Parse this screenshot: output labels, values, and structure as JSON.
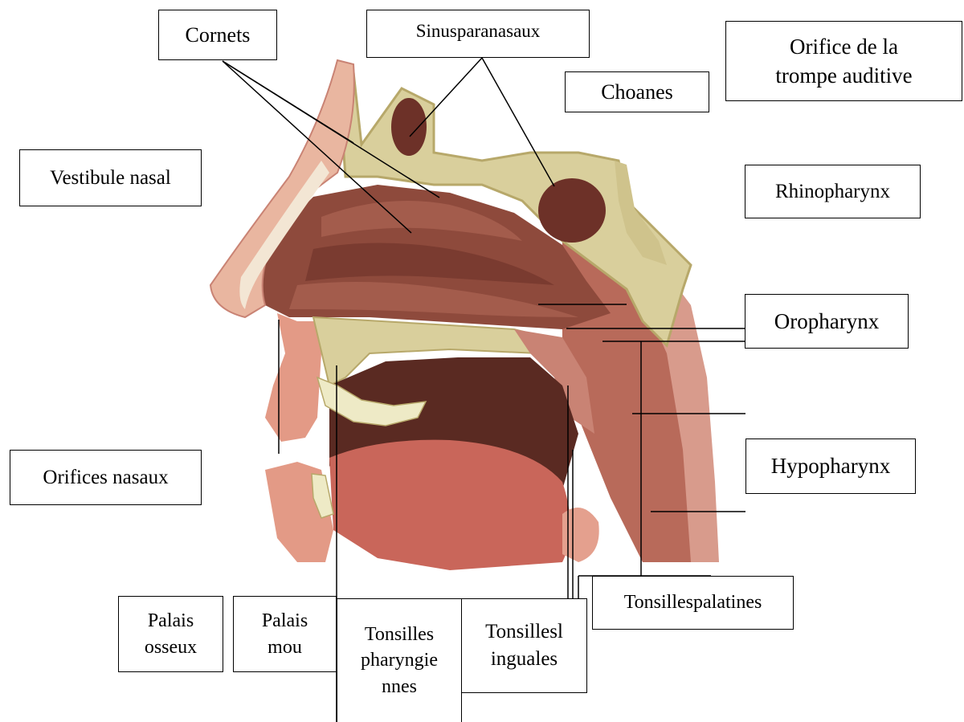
{
  "labels": {
    "cornets": "Cornets",
    "sinus": "Sinusparanasaux",
    "orifice_trompe": "Orifice de la\ntrompe auditive",
    "choanes": "Choanes",
    "vestibule": "Vestibule nasal",
    "rhinopharynx": "Rhinopharynx",
    "oropharynx": "Oropharynx",
    "hypopharynx": "Hypopharynx",
    "orifices_nasaux": "Orifices nasaux",
    "palais_osseux": "Palais\nosseux",
    "palais_mou": "Palais\nmou",
    "tonsilles_pharyngiennes": "Tonsilles\npharyngie\nnnes",
    "tonsilles_linguales": "Tonsillesl\ninguales",
    "tonsilles_palatines": "Tonsillespalatines"
  },
  "colors": {
    "bone": "#d9cf9c",
    "bone_dark": "#b7a86a",
    "mucosa": "#8e4a3c",
    "mucosa_dark": "#6d3128",
    "skin": "#e9b6a0",
    "tongue": "#c9665a",
    "teeth": "#eeeac6",
    "muscle": "#c98374"
  }
}
